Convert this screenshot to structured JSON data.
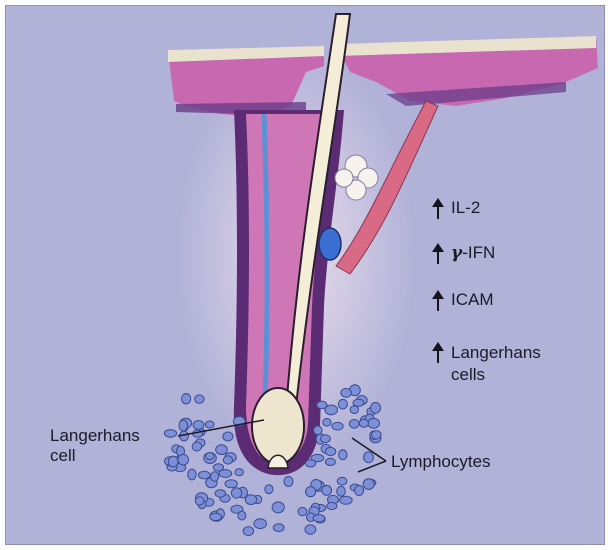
{
  "markers": [
    {
      "greek": "",
      "label": "IL-2"
    },
    {
      "greek": "γ",
      "label": "-IFN"
    },
    {
      "greek": "",
      "label": "ICAM"
    },
    {
      "greek": "",
      "label": "Langerhans\ncells"
    }
  ],
  "annotations": {
    "langerhans_cell": "Langerhans\ncell",
    "lymphocytes": "Lymphocytes"
  },
  "colors": {
    "background": "#b1b2d8",
    "epidermis": "#c768b0",
    "follicle_sheath": "#5b2c74",
    "hair_shaft": "#f4eed8",
    "lymphocyte": "#7d8fd6"
  }
}
